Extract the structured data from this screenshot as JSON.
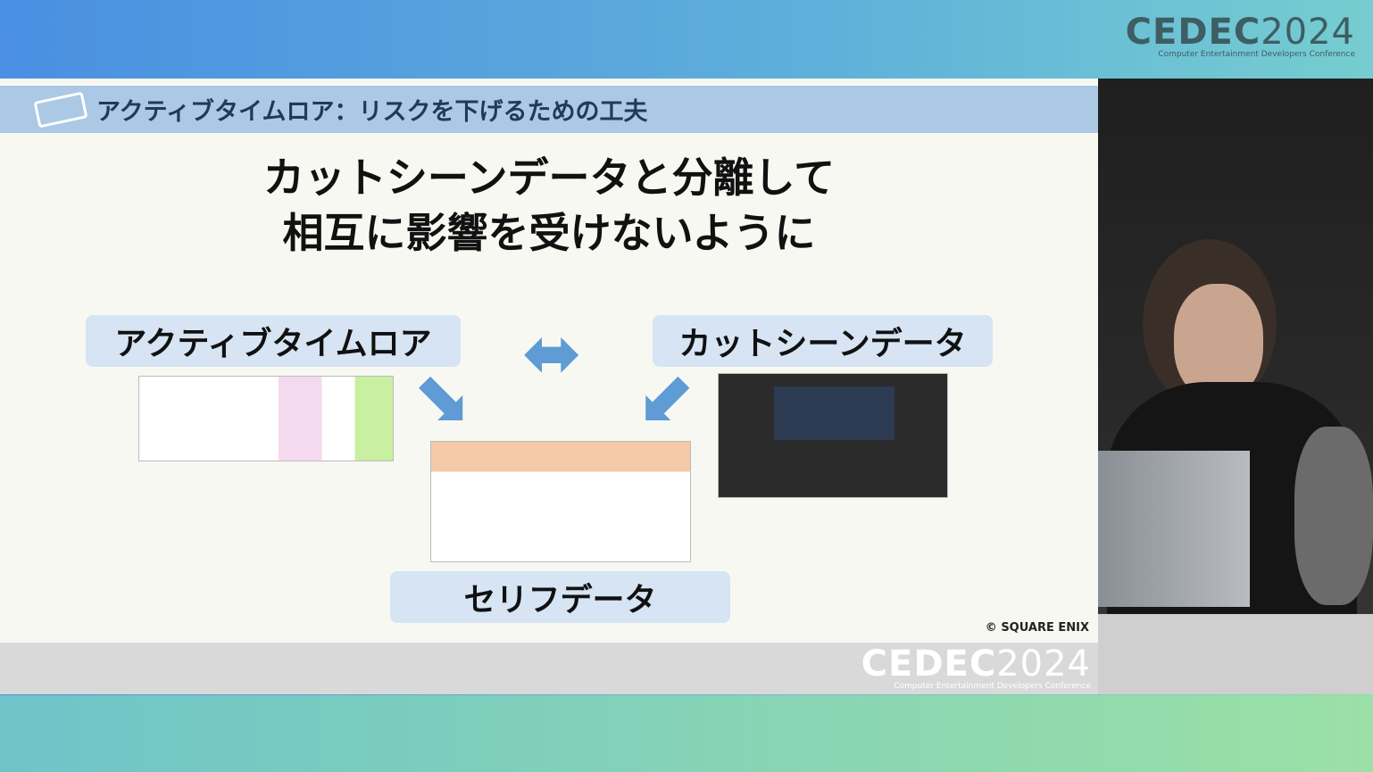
{
  "event_logo": {
    "name": "CEDEC",
    "year": "2024",
    "subtitle": "Computer Entertainment Developers Conference"
  },
  "slide": {
    "header_title": "アクティブタイムロア：リスクを下げるための工夫",
    "headline": [
      "カットシーンデータと分離して",
      "相互に影響を受けないように"
    ],
    "labels": {
      "left": "アクティブタイムロア",
      "right": "カットシーンデータ",
      "bottom": "セリフデータ"
    },
    "copyright": "© SQUARE ENIX"
  },
  "colors": {
    "header_bg": "#abc9e4",
    "pill_bg": "#d6e4f3",
    "arrow": "#5f9bd4"
  }
}
